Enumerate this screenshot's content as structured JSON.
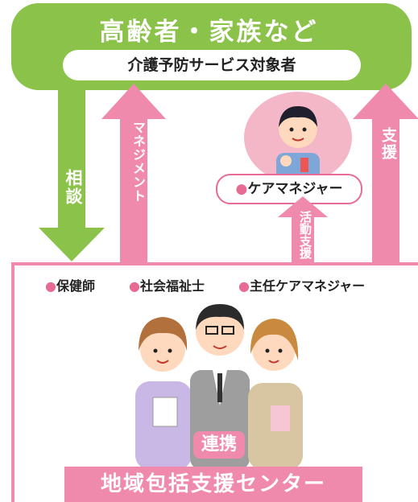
{
  "top": {
    "title": "高齢者・家族など",
    "subtitle": "介護予防サービス対象者"
  },
  "arrows": {
    "consult": "相談",
    "management": "マネジメント",
    "support": "支援",
    "activity_support": "活動支援"
  },
  "care_manager": {
    "dot": "●",
    "label": "ケアマネジャー"
  },
  "roles": [
    {
      "dot": "●",
      "label": "保健師"
    },
    {
      "dot": "●",
      "label": "社会福祉士"
    },
    {
      "dot": "●",
      "label": "主任ケアマネジャー"
    }
  ],
  "collaboration": "連携",
  "center_name": "地域包括支援センター",
  "colors": {
    "green": "#8bc34a",
    "pink": "#f08aac",
    "pink_dark": "#e86b94"
  }
}
